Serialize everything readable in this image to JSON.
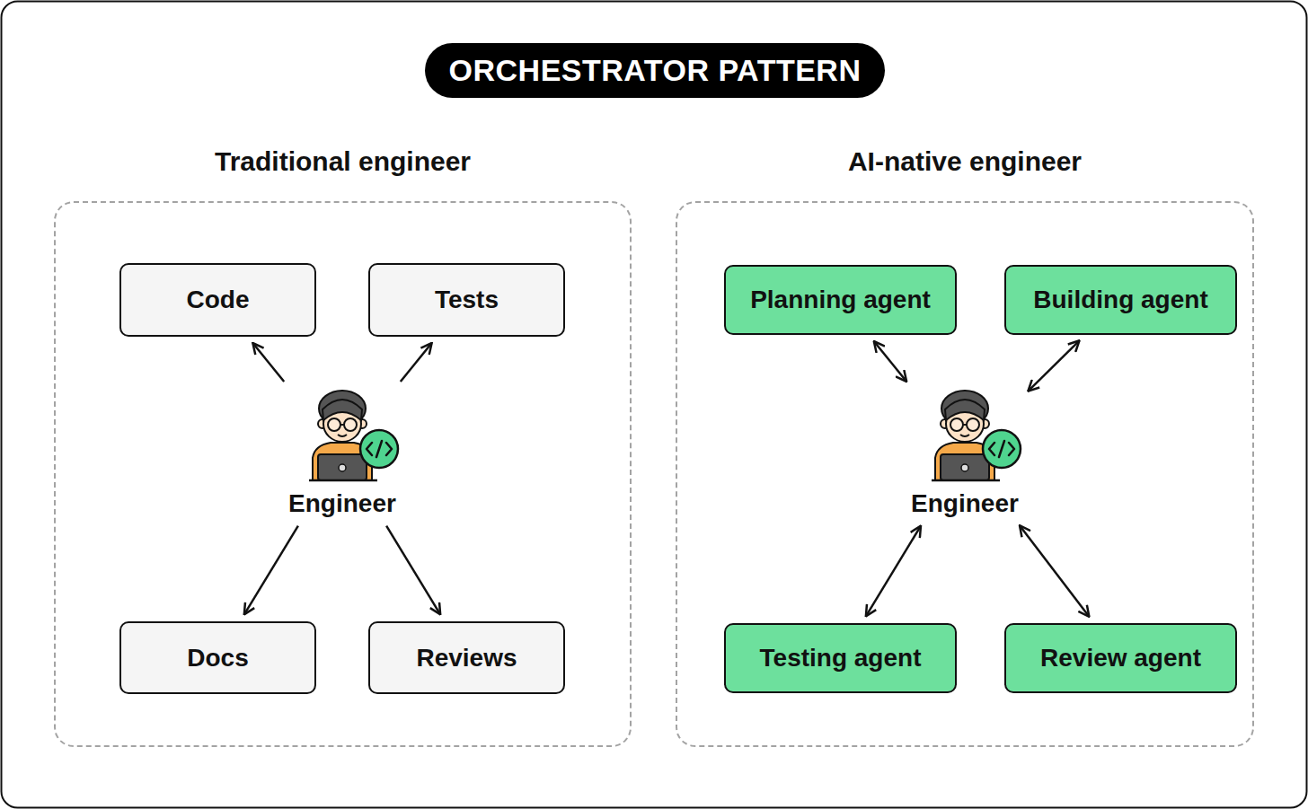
{
  "diagram": {
    "title": "ORCHESTRATOR PATTERN",
    "nodes": [
      {
        "text": [
          "Traditional engineer"
        ]
      },
      {
        "text": [
          "Code"
        ],
        "in": 0
      },
      {
        "text": [
          "Tests"
        ],
        "in": 0
      },
      {
        "text": [
          "Engineer"
        ],
        "in": 0
      },
      {
        "text": [
          "Docs"
        ],
        "in": 0
      },
      {
        "text": [
          "Reviews"
        ],
        "in": 0
      },
      {
        "text": [
          "AI-native engineer"
        ]
      },
      {
        "text": [
          "Planning agent"
        ],
        "in": 6
      },
      {
        "text": [
          "Building agent"
        ],
        "in": 6
      },
      {
        "text": [
          "Engineer"
        ],
        "in": 6
      },
      {
        "text": [
          "Testing agent"
        ],
        "in": 6
      },
      {
        "text": [
          "Review agent"
        ],
        "in": 6
      }
    ],
    "edges": [
      {
        "from": 3,
        "to": 1,
        "arrow": "to"
      },
      {
        "from": 3,
        "to": 2,
        "arrow": "to"
      },
      {
        "from": 3,
        "to": 4,
        "arrow": "to"
      },
      {
        "from": 3,
        "to": 5,
        "arrow": "to"
      },
      {
        "from": 9,
        "to": 7,
        "arrow": "both"
      },
      {
        "from": 9,
        "to": 8,
        "arrow": "both"
      },
      {
        "from": 9,
        "to": 10,
        "arrow": "both"
      },
      {
        "from": 9,
        "to": 11,
        "arrow": "both"
      }
    ]
  }
}
